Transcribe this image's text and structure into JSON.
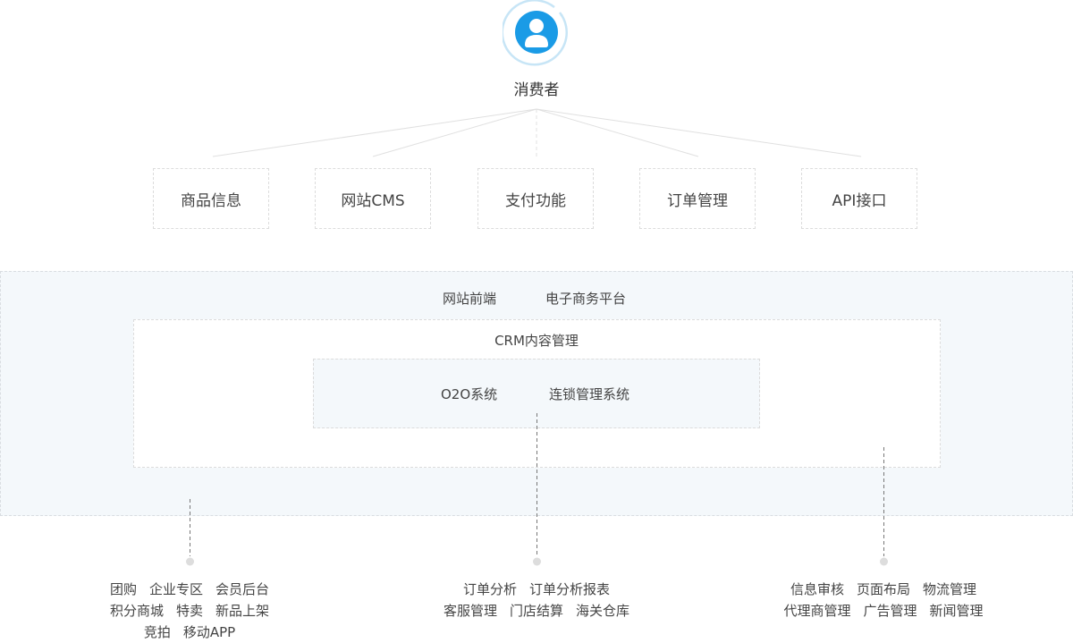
{
  "consumer": {
    "label": "消费者",
    "icon": "user-icon"
  },
  "modules": [
    {
      "label": "商品信息"
    },
    {
      "label": "网站CMS"
    },
    {
      "label": "支付功能"
    },
    {
      "label": "订单管理"
    },
    {
      "label": "API接口"
    }
  ],
  "outer_panel": {
    "items": [
      "网站前端",
      "电子商务平台"
    ]
  },
  "crm_panel": {
    "label": "CRM内容管理"
  },
  "inner_panel": {
    "items": [
      "O2O系统",
      "连锁管理系统"
    ]
  },
  "feature_groups": [
    {
      "lines": [
        [
          "团购",
          "企业专区",
          "会员后台"
        ],
        [
          "积分商城",
          "特卖",
          "新品上架"
        ],
        [
          "竞拍",
          "移动APP"
        ]
      ]
    },
    {
      "lines": [
        [
          "订单分析",
          "订单分析报表"
        ],
        [
          "客服管理",
          "门店结算",
          "海关仓库"
        ]
      ]
    },
    {
      "lines": [
        [
          "信息审核",
          "页面布局",
          "物流管理"
        ],
        [
          "代理商管理",
          "广告管理",
          "新闻管理"
        ]
      ]
    }
  ],
  "colors": {
    "accent": "#1a9be6",
    "ring": "#c7e5f6",
    "panel_bg": "#f4f8fb",
    "border": "#dcdcdc",
    "line": "#dddddd",
    "dot": "#dddddd"
  }
}
